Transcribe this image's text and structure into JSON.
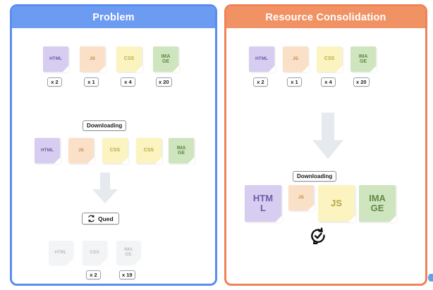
{
  "panels": [
    {
      "id": "problem",
      "title": "Problem",
      "accent": "#5b8cf0",
      "header_bg": "#6c9bf2",
      "rows": {
        "source": {
          "cards": [
            {
              "label": "HTML",
              "type": "html",
              "badge": "x 2"
            },
            {
              "label": "JS",
              "type": "js",
              "badge": "x 1"
            },
            {
              "label": "CSS",
              "type": "css",
              "badge": "x 4"
            },
            {
              "label": "IMAGE",
              "type": "image",
              "badge": "x 20"
            }
          ]
        },
        "downloading": {
          "label": "Downloading",
          "cards": [
            {
              "label": "HTML",
              "type": "html"
            },
            {
              "label": "JS",
              "type": "js"
            },
            {
              "label": "CSS",
              "type": "css"
            },
            {
              "label": "CSS",
              "type": "css"
            },
            {
              "label": "IMAGE",
              "type": "image"
            }
          ]
        },
        "queued": {
          "label": "Qued",
          "icon": "sync-icon",
          "cards": [
            {
              "label": "HTML",
              "type": "muted",
              "badge": ""
            },
            {
              "label": "CSS",
              "type": "muted",
              "badge": "x 2"
            },
            {
              "label": "IMAGE",
              "type": "muted",
              "badge": "x 19"
            }
          ]
        }
      }
    },
    {
      "id": "resource",
      "title": "Resource Consolidation",
      "accent": "#ef8256",
      "header_bg": "#f09264",
      "rows": {
        "source": {
          "cards": [
            {
              "label": "HTML",
              "type": "html",
              "badge": "x 2"
            },
            {
              "label": "JS",
              "type": "js",
              "badge": "x 1"
            },
            {
              "label": "CSS",
              "type": "css",
              "badge": "x 4"
            },
            {
              "label": "IMAGE",
              "type": "image",
              "badge": "x 20"
            }
          ]
        },
        "downloading": {
          "label": "Downloading",
          "icon": "sync-check-icon",
          "cards": [
            {
              "label": "HTML",
              "type": "html",
              "size": "large"
            },
            {
              "label": "JS",
              "type": "js",
              "size": "small"
            },
            {
              "label": "JS",
              "type": "css",
              "size": "large"
            },
            {
              "label": "IMAGE",
              "type": "image",
              "size": "large"
            }
          ]
        }
      }
    }
  ],
  "colors": {
    "html": "#d6cdf0",
    "js": "#fbe0c8",
    "css": "#fbf4c0",
    "image": "#cfe5bf",
    "muted": "#f3f4f5",
    "arrow": "#e6eaee"
  }
}
